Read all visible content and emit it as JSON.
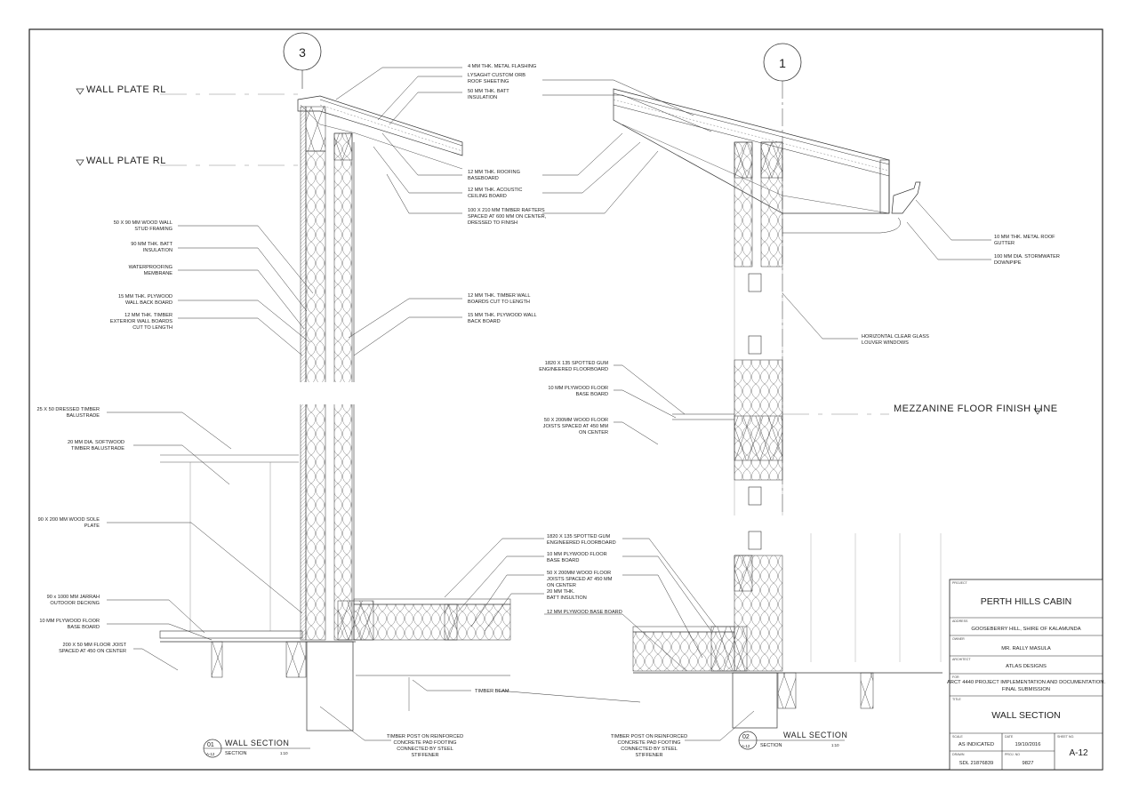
{
  "grid_marks": {
    "left": "3",
    "right": "1"
  },
  "levels": {
    "wall_plate_1": "WALL PLATE RL",
    "wall_plate_2": "WALL PLATE RL",
    "mezzanine": "MEZZANINE FLOOR FINISH LINE"
  },
  "labels_left": [
    "50 X 90 MM WOOD WALL|STUD FRAMING",
    "90 MM THK. BATT|INSULATION",
    "WATERPROOFING|MEMBRANE",
    "15 MM THK. PLYWOOD|WALL BACK BOARD",
    "12 MM THK. TIMBER|EXTERIOR WALL BOARDS|CUT TO LENGTH",
    "25 X 50 DRESSED TIMBER|BALUSTRADE",
    "20 MM DIA. SOFTWOOD|TIMBER BALUSTRADE",
    "90 X 200 MM WOOD SOLE|PLATE",
    "90 x 1000 MM JARRAH|OUTDOOR DECKING",
    "10 MM PLYWOOD FLOOR|BASE BOARD",
    "200 X 50 MM FLOOR JOIST|SPACED AT 450 ON CENTER"
  ],
  "labels_center_top": [
    "4 MM THK. METAL FLASHING",
    "LYSAGHT CUSTOM ORB|ROOF SHEETING",
    "50 MM THK. BATT|INSULATION",
    "12 MM THK. ROOFING|BASEBOARD",
    "12 MM THK. ACOUSTIC|CEILING BOARD",
    "100 X 210 MM TIMBER RAFTERS|SPACED AT 600 MM ON CENTER,|DRESSED TO FINISH",
    "12 MM THK. TIMBER WALL|BOARDS CUT TO LENGTH",
    "15 MM THK. PLYWOOD WALL|BACK BOARD"
  ],
  "labels_center_mid": [
    "1820 X 135 SPOTTED GUM|ENGINEERED FLOORBOARD",
    "10 MM PLYWOOD FLOOR|BASE BOARD",
    "50 X 200MM WOOD FLOOR|JOISTS SPACED AT 450 MM|ON CENTER"
  ],
  "labels_center_low": [
    "1820 X 135 SPOTTED GUM|ENGINEERED FLOORBOARD",
    "10 MM PLYWOOD FLOOR|BASE BOARD",
    "50 X 200MM WOOD FLOOR|JOISTS SPACED AT 450 MM|ON CENTER",
    "20 MM THK.|BATT INSULTION",
    "12 MM PLYWOOD BASE BOARD"
  ],
  "labels_right": [
    "10 MM THK. METAL ROOF|GUTTER",
    "100 MM DIA. STORMWATER|DOWNPIPE",
    "HORIZONTAL CLEAR GLASS|LOUVER WINDOWS"
  ],
  "labels_bottom": {
    "timber_beam": "TIMBER BEAM",
    "post_left": "TIMBER POST ON REINFORCED|CONCRETE PAD FOOTING|CONNECTED BY STEEL|STIFFENER",
    "post_right": "TIMBER POST ON REINFORCED|CONCRETE PAD FOOTING|CONNECTED BY STEEL|STIFFENER"
  },
  "section_tags": [
    {
      "num": "01",
      "sheet": "A-12",
      "title": "WALL SECTION",
      "sub": "SECTION",
      "scale": "1:10"
    },
    {
      "num": "02",
      "sheet": "A-12",
      "title": "WALL SECTION",
      "sub": "SECTION",
      "scale": "1:10"
    }
  ],
  "title_block": {
    "project_label": "PROJECT",
    "project": "PERTH HILLS CABIN",
    "address_label": "ADDRESS",
    "address": "GOOSEBERRY HILL, SHIRE OF KALAMUNDA",
    "owner_label": "OWNER",
    "owner": "MR.  RALLY MASULA",
    "architect_label": "ARCHITECT",
    "architect": "ATLAS DESIGNS",
    "for_label": "FOR",
    "for_line1": "ARCT 4440 PROJECT IMPLEMENTATION AND DOCUMENTATION.",
    "for_line2": "FINAL SUBMISSION",
    "title_label": "TITLE",
    "title": "WALL SECTION",
    "scale_label": "SCALE",
    "scale": "AS INDICATED",
    "date_label": "DATE",
    "date": "19/10/2016",
    "sheet_label": "SHEET NO.",
    "sheet": "A-12",
    "drawn_label": "DRAWN",
    "drawn": "SDL 21876839",
    "proj_no_label": "PROJ. NO",
    "proj_no": "9827"
  }
}
